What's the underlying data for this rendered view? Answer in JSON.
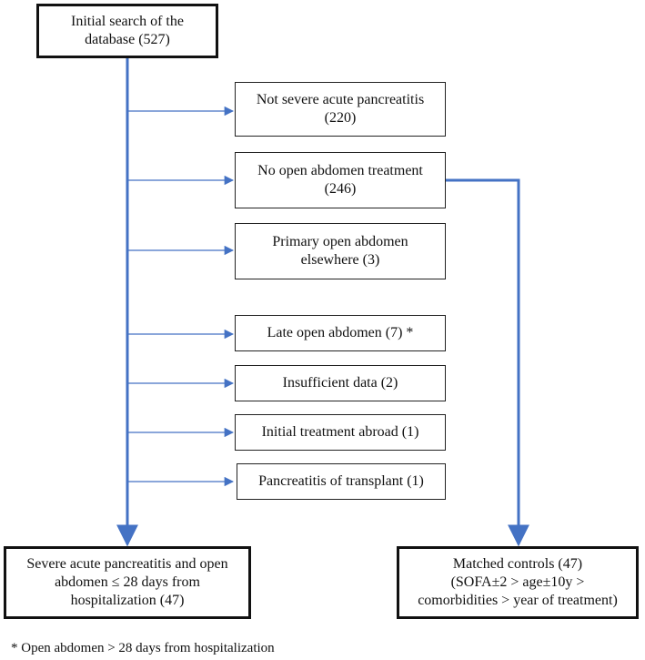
{
  "boxes": {
    "initial": {
      "line1": "Initial search of the",
      "line2": "database (527)"
    },
    "not_severe": {
      "line1": "Not severe acute pancreatitis",
      "line2": "(220)"
    },
    "no_open": {
      "line1": "No open abdomen treatment",
      "line2": "(246)"
    },
    "primary_elsewhere": {
      "line1": "Primary open abdomen",
      "line2": "elsewhere (3)"
    },
    "late_open": {
      "line1": "Late open abdomen (7) *"
    },
    "insufficient": {
      "line1": "Insufficient data (2)"
    },
    "abroad": {
      "line1": "Initial treatment abroad (1)"
    },
    "transplant": {
      "line1": "Pancreatitis of transplant (1)"
    },
    "severe_result": {
      "line1": "Severe acute pancreatitis and open",
      "line2": "abdomen ≤ 28 days from",
      "line3": "hospitalization (47)"
    },
    "matched": {
      "line1": "Matched controls (47)",
      "line2": "(SOFA±2 > age±10y >",
      "line3": "comorbidities > year of treatment)"
    }
  },
  "footnote": "* Open abdomen > 28 days from hospitalization",
  "colors": {
    "arrow": "#4472C4",
    "border": "#111111"
  }
}
